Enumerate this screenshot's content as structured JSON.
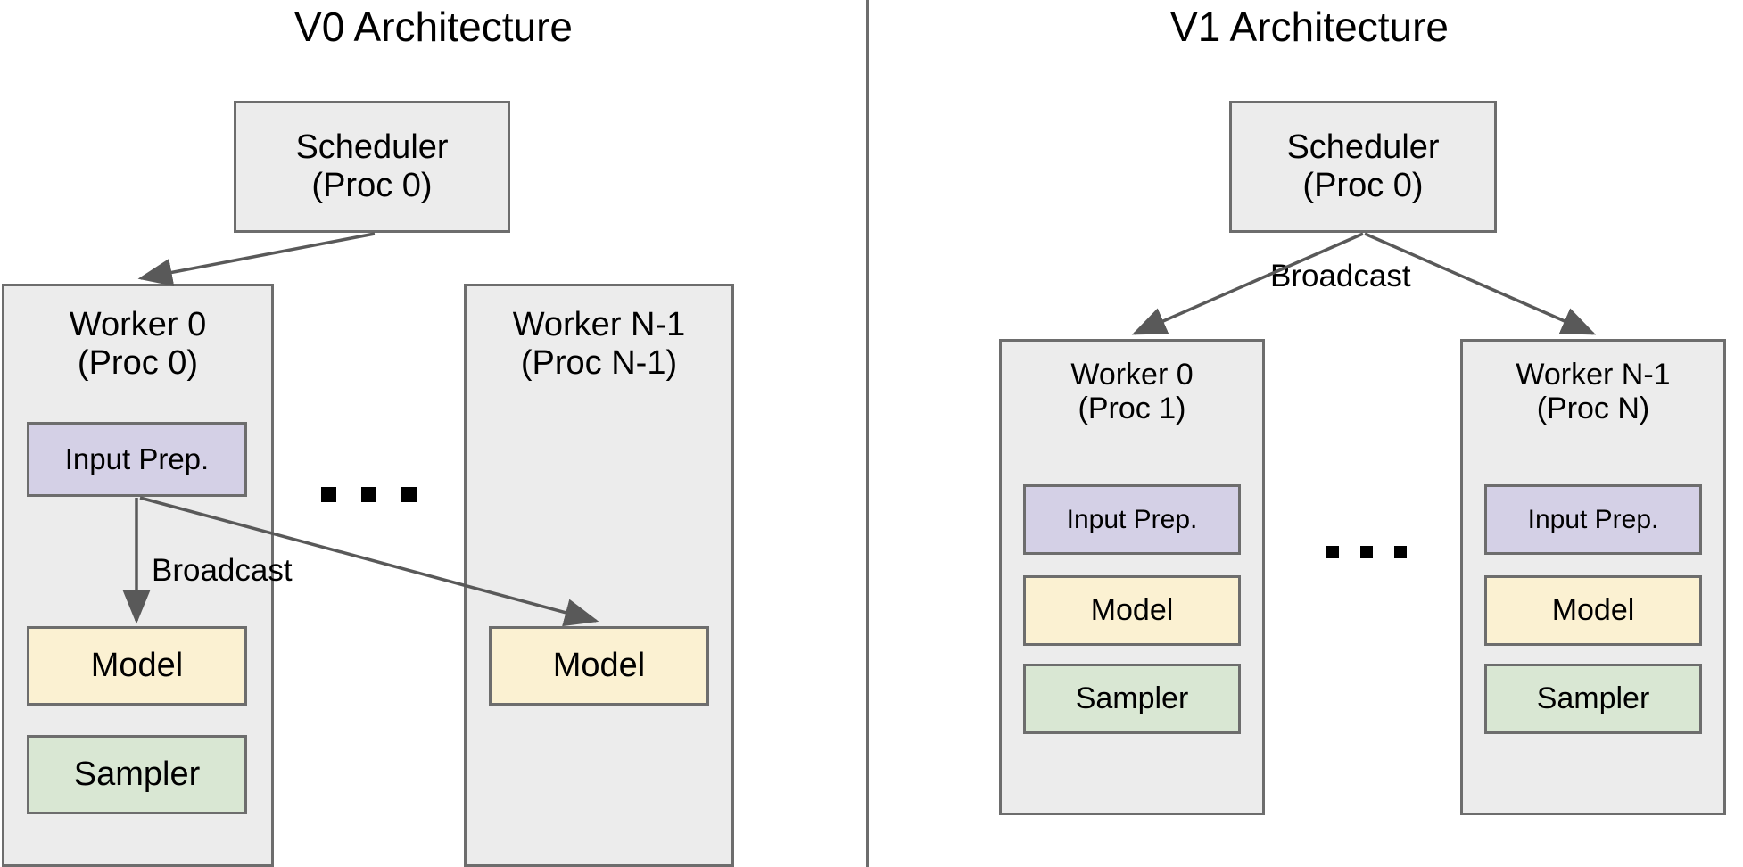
{
  "figure": {
    "kind": "two-panel-architecture-diagram",
    "divider": {
      "color": "#6d6d6d"
    }
  },
  "colors": {
    "container_fill": "#ececec",
    "border": "#6d6d6d",
    "input_prep_fill": "#d4d0e6",
    "model_fill": "#fbf1d2",
    "sampler_fill": "#d9e7d3",
    "arrow": "#595959",
    "text": "#000000",
    "background": "#ffffff"
  },
  "panels": [
    {
      "id": "v0",
      "title": "V0 Architecture",
      "scheduler": {
        "line1": "Scheduler",
        "line2": "(Proc 0)"
      },
      "edge_labels": [
        "Broadcast"
      ],
      "ellipsis": ". . .",
      "workers": [
        {
          "id": "worker0",
          "line1": "Worker 0",
          "line2": "(Proc 0)",
          "components": [
            {
              "label": "Input Prep.",
              "fill": "#d4d0e6"
            },
            {
              "label": "Model",
              "fill": "#fbf1d2"
            },
            {
              "label": "Sampler",
              "fill": "#d9e7d3"
            }
          ]
        },
        {
          "id": "workerN",
          "line1": "Worker N-1",
          "line2": "(Proc N-1)",
          "components": [
            {
              "label": "Model",
              "fill": "#fbf1d2"
            }
          ]
        }
      ]
    },
    {
      "id": "v1",
      "title": "V1 Architecture",
      "scheduler": {
        "line1": "Scheduler",
        "line2": "(Proc 0)"
      },
      "edge_labels": [
        "Broadcast"
      ],
      "ellipsis": ". . .",
      "workers": [
        {
          "id": "worker0",
          "line1": "Worker 0",
          "line2": "(Proc 1)",
          "components": [
            {
              "label": "Input Prep.",
              "fill": "#d4d0e6"
            },
            {
              "label": "Model",
              "fill": "#fbf1d2"
            },
            {
              "label": "Sampler",
              "fill": "#d9e7d3"
            }
          ]
        },
        {
          "id": "workerN",
          "line1": "Worker N-1",
          "line2": "(Proc N)",
          "components": [
            {
              "label": "Input Prep.",
              "fill": "#d4d0e6"
            },
            {
              "label": "Model",
              "fill": "#fbf1d2"
            },
            {
              "label": "Sampler",
              "fill": "#d9e7d3"
            }
          ]
        }
      ]
    }
  ]
}
